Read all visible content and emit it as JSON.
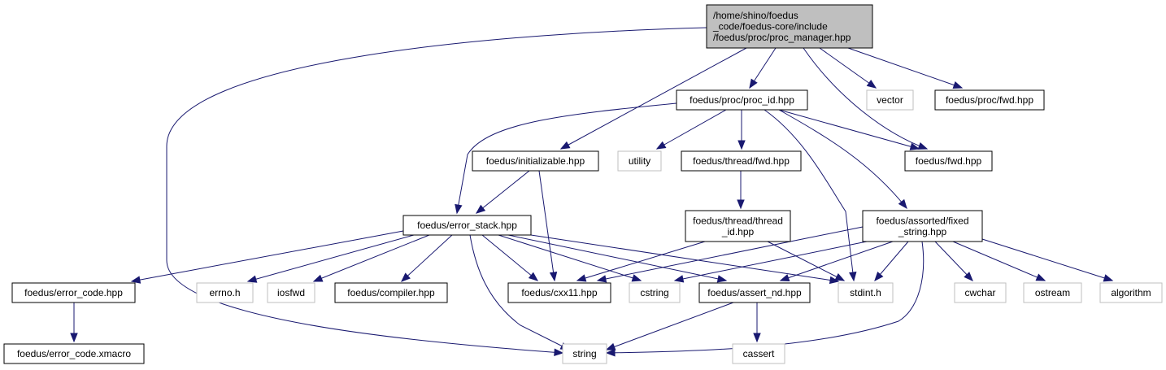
{
  "graph": {
    "title": "",
    "colors": {
      "edge": "#191970",
      "root_fill": "#bfbfbf",
      "node_border": "#000000",
      "external_border": "#bfbfbf",
      "background": "#ffffff"
    },
    "nodes": [
      {
        "id": "proc_manager",
        "lines": [
          "/home/shino/foedus",
          "_code/foedus-core/include",
          "/foedus/proc/proc_manager.hpp"
        ],
        "kind": "root"
      },
      {
        "id": "proc_id",
        "lines": [
          "foedus/proc/proc_id.hpp"
        ],
        "kind": "header"
      },
      {
        "id": "vector",
        "lines": [
          "vector"
        ],
        "kind": "external"
      },
      {
        "id": "proc_fwd",
        "lines": [
          "foedus/proc/fwd.hpp"
        ],
        "kind": "header"
      },
      {
        "id": "initializable",
        "lines": [
          "foedus/initializable.hpp"
        ],
        "kind": "header"
      },
      {
        "id": "utility",
        "lines": [
          "utility"
        ],
        "kind": "external"
      },
      {
        "id": "thread_fwd",
        "lines": [
          "foedus/thread/fwd.hpp"
        ],
        "kind": "header"
      },
      {
        "id": "foedus_fwd",
        "lines": [
          "foedus/fwd.hpp"
        ],
        "kind": "header"
      },
      {
        "id": "error_stack",
        "lines": [
          "foedus/error_stack.hpp"
        ],
        "kind": "header"
      },
      {
        "id": "thread_id",
        "lines": [
          "foedus/thread/thread",
          "_id.hpp"
        ],
        "kind": "header"
      },
      {
        "id": "fixed_string",
        "lines": [
          "foedus/assorted/fixed",
          "_string.hpp"
        ],
        "kind": "header"
      },
      {
        "id": "error_code",
        "lines": [
          "foedus/error_code.hpp"
        ],
        "kind": "header"
      },
      {
        "id": "errno",
        "lines": [
          "errno.h"
        ],
        "kind": "external"
      },
      {
        "id": "iosfwd",
        "lines": [
          "iosfwd"
        ],
        "kind": "external"
      },
      {
        "id": "compiler",
        "lines": [
          "foedus/compiler.hpp"
        ],
        "kind": "header"
      },
      {
        "id": "cxx11",
        "lines": [
          "foedus/cxx11.hpp"
        ],
        "kind": "header"
      },
      {
        "id": "cstring",
        "lines": [
          "cstring"
        ],
        "kind": "external"
      },
      {
        "id": "assert_nd",
        "lines": [
          "foedus/assert_nd.hpp"
        ],
        "kind": "header"
      },
      {
        "id": "stdint",
        "lines": [
          "stdint.h"
        ],
        "kind": "external"
      },
      {
        "id": "cwchar",
        "lines": [
          "cwchar"
        ],
        "kind": "external"
      },
      {
        "id": "ostream",
        "lines": [
          "ostream"
        ],
        "kind": "external"
      },
      {
        "id": "algorithm",
        "lines": [
          "algorithm"
        ],
        "kind": "external"
      },
      {
        "id": "error_code_xmacro",
        "lines": [
          "foedus/error_code.xmacro"
        ],
        "kind": "header"
      },
      {
        "id": "string",
        "lines": [
          "string"
        ],
        "kind": "external"
      },
      {
        "id": "cassert",
        "lines": [
          "cassert"
        ],
        "kind": "external"
      }
    ],
    "edges": [
      {
        "from": "proc_manager",
        "to": "string"
      },
      {
        "from": "proc_manager",
        "to": "initializable"
      },
      {
        "from": "proc_manager",
        "to": "proc_id"
      },
      {
        "from": "proc_manager",
        "to": "foedus_fwd"
      },
      {
        "from": "proc_manager",
        "to": "vector"
      },
      {
        "from": "proc_manager",
        "to": "proc_fwd"
      },
      {
        "from": "proc_id",
        "to": "error_stack"
      },
      {
        "from": "proc_id",
        "to": "utility"
      },
      {
        "from": "proc_id",
        "to": "thread_fwd"
      },
      {
        "from": "proc_id",
        "to": "foedus_fwd"
      },
      {
        "from": "proc_id",
        "to": "stdint"
      },
      {
        "from": "proc_id",
        "to": "fixed_string"
      },
      {
        "from": "initializable",
        "to": "error_stack"
      },
      {
        "from": "initializable",
        "to": "cxx11"
      },
      {
        "from": "thread_fwd",
        "to": "thread_id"
      },
      {
        "from": "thread_id",
        "to": "cxx11"
      },
      {
        "from": "thread_id",
        "to": "stdint"
      },
      {
        "from": "error_stack",
        "to": "error_code"
      },
      {
        "from": "error_stack",
        "to": "errno"
      },
      {
        "from": "error_stack",
        "to": "iosfwd"
      },
      {
        "from": "error_stack",
        "to": "compiler"
      },
      {
        "from": "error_stack",
        "to": "cxx11"
      },
      {
        "from": "error_stack",
        "to": "cstring"
      },
      {
        "from": "error_stack",
        "to": "assert_nd"
      },
      {
        "from": "error_stack",
        "to": "stdint"
      },
      {
        "from": "error_stack",
        "to": "string"
      },
      {
        "from": "fixed_string",
        "to": "cxx11"
      },
      {
        "from": "fixed_string",
        "to": "cstring"
      },
      {
        "from": "fixed_string",
        "to": "assert_nd"
      },
      {
        "from": "fixed_string",
        "to": "stdint"
      },
      {
        "from": "fixed_string",
        "to": "cwchar"
      },
      {
        "from": "fixed_string",
        "to": "ostream"
      },
      {
        "from": "fixed_string",
        "to": "algorithm"
      },
      {
        "from": "fixed_string",
        "to": "string"
      },
      {
        "from": "error_code",
        "to": "error_code_xmacro"
      },
      {
        "from": "assert_nd",
        "to": "string"
      },
      {
        "from": "assert_nd",
        "to": "cassert"
      }
    ]
  }
}
